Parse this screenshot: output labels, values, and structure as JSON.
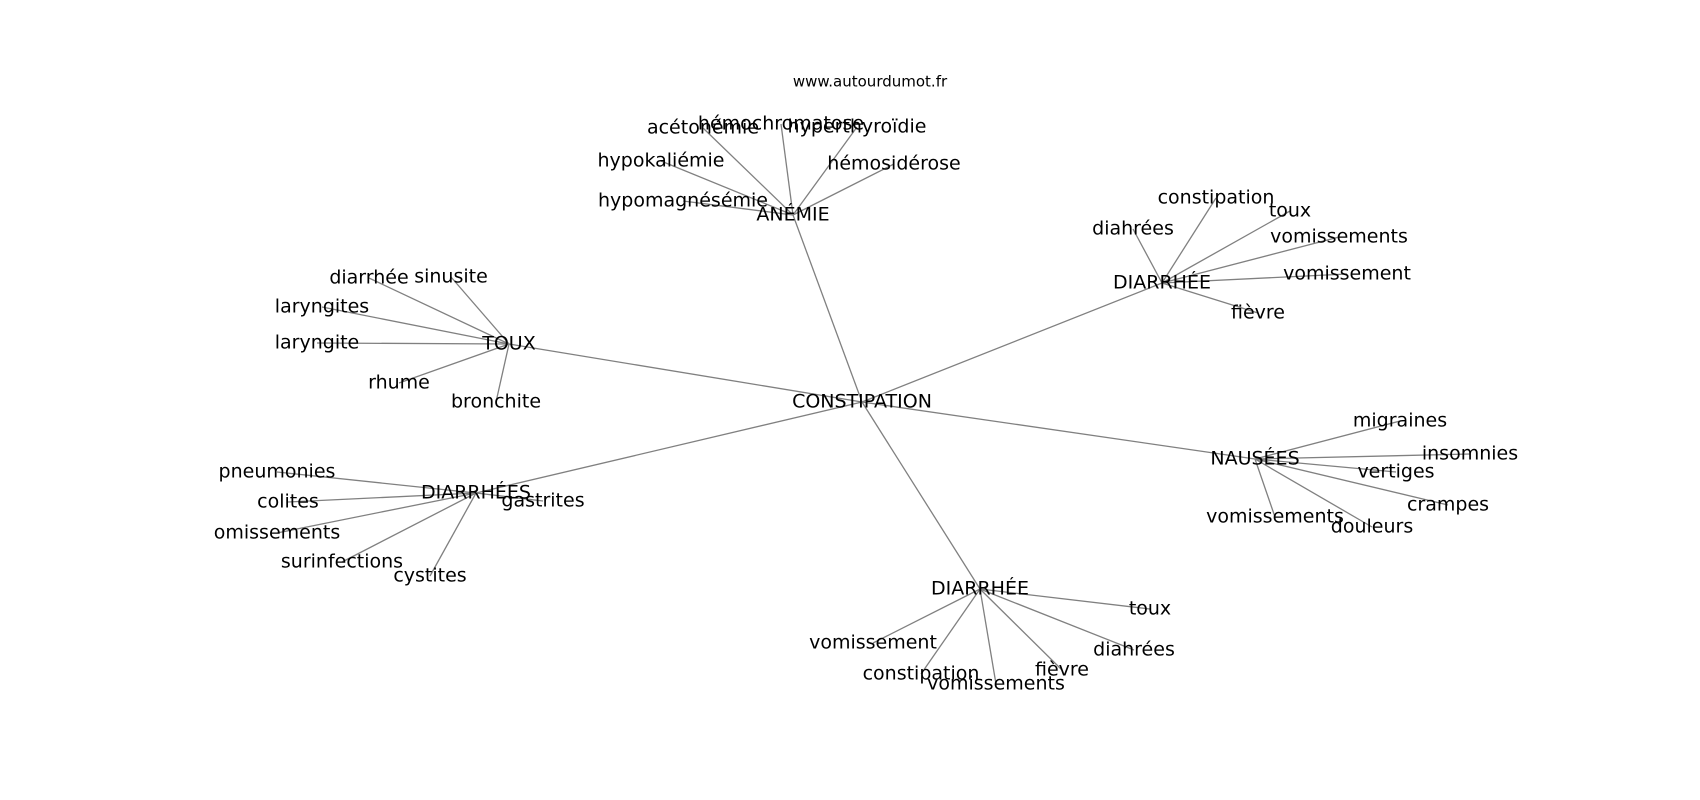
{
  "watermark": "www.autourdumot.fr",
  "colors": {
    "edge": "#808080",
    "text": "#000000",
    "background": "#ffffff"
  },
  "center": "CONSTIPATION",
  "clusters": [
    {
      "id": "anemie",
      "label": "ANÉMIE",
      "leaves": [
        "acétonémie",
        "hémochromatose",
        "hyperthyroïdie",
        "hypokaliémie",
        "hémosidérose",
        "hypomagnésémie"
      ]
    },
    {
      "id": "diarrhee-right",
      "label": "DIARRHÉE",
      "leaves": [
        "constipation",
        "toux",
        "diahrées",
        "vomissements",
        "vomissement",
        "fièvre"
      ]
    },
    {
      "id": "toux",
      "label": "TOUX",
      "leaves": [
        "diarrhée",
        "sinusite",
        "laryngites",
        "laryngite",
        "rhume",
        "bronchite"
      ]
    },
    {
      "id": "nausees",
      "label": "NAUSÉES",
      "leaves": [
        "migraines",
        "insomnies",
        "vertiges",
        "crampes",
        "vomissements",
        "douleurs"
      ]
    },
    {
      "id": "diarrhees",
      "label": "DIARRHÉES",
      "leaves": [
        "pneumonies",
        "gastrites",
        "colites",
        "omissements",
        "surinfections",
        "cystites"
      ]
    },
    {
      "id": "diarrhee-bottom",
      "label": "DIARRHÉE",
      "leaves": [
        "toux",
        "vomissement",
        "diahrées",
        "fièvre",
        "constipation",
        "vomissements"
      ]
    }
  ]
}
